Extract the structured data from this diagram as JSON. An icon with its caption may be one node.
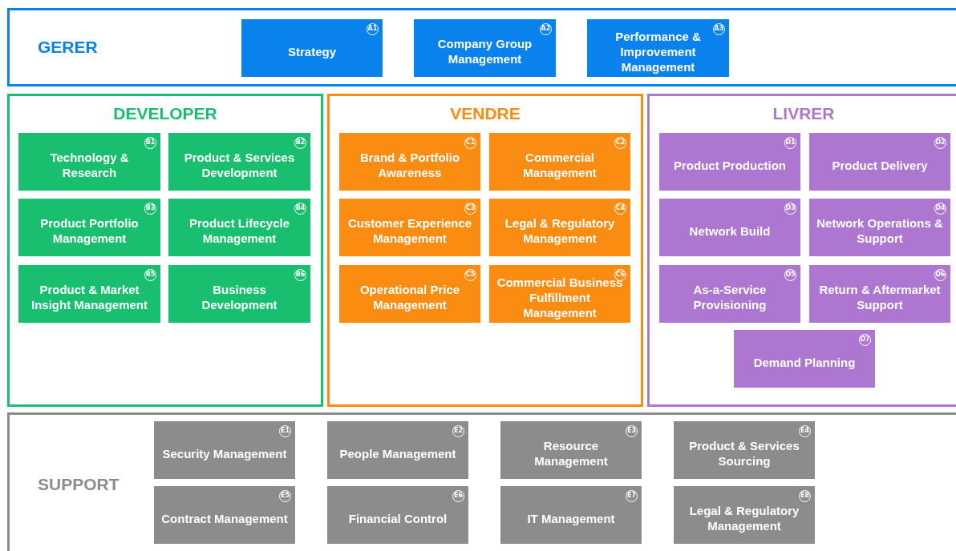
{
  "diagram": {
    "nodes": [
      {
        "text": [
          "GERER"
        ]
      },
      {
        "text": [
          "A1",
          "Strategy"
        ],
        "in": 0
      },
      {
        "text": [
          "A2",
          "Company Group Management"
        ],
        "in": 0
      },
      {
        "text": [
          "A3",
          "Performance & Improvement Management"
        ],
        "in": 0
      },
      {
        "text": [
          "DEVELOPER"
        ]
      },
      {
        "text": [
          "B1",
          "Technology & Research"
        ],
        "in": 4
      },
      {
        "text": [
          "B2",
          "Product & Services Development"
        ],
        "in": 4
      },
      {
        "text": [
          "B3",
          "Product Portfolio Management"
        ],
        "in": 4
      },
      {
        "text": [
          "B4",
          "Product Lifecycle Management"
        ],
        "in": 4
      },
      {
        "text": [
          "B5",
          "Product & Market Insight Management"
        ],
        "in": 4
      },
      {
        "text": [
          "B6",
          "Business Development"
        ],
        "in": 4
      },
      {
        "text": [
          "VENDRE"
        ]
      },
      {
        "text": [
          "C1",
          "Brand & Portfolio Awareness"
        ],
        "in": 11
      },
      {
        "text": [
          "C2",
          "Commercial Management"
        ],
        "in": 11
      },
      {
        "text": [
          "C3",
          "Customer Experience Management"
        ],
        "in": 11
      },
      {
        "text": [
          "C4",
          "Legal & Regulatory Management"
        ],
        "in": 11
      },
      {
        "text": [
          "C5",
          "Operational Price Management"
        ],
        "in": 11
      },
      {
        "text": [
          "C6",
          "Commercial Business Fulfillment Management"
        ],
        "in": 11
      },
      {
        "text": [
          "LIVRER"
        ]
      },
      {
        "text": [
          "D1",
          "Product Production"
        ],
        "in": 18
      },
      {
        "text": [
          "D2",
          "Product Delivery"
        ],
        "in": 18
      },
      {
        "text": [
          "D3",
          "Network Build"
        ],
        "in": 18
      },
      {
        "text": [
          "D4",
          "Network Operations & Support"
        ],
        "in": 18
      },
      {
        "text": [
          "D5",
          "As-a-Service Provisioning"
        ],
        "in": 18
      },
      {
        "text": [
          "D6",
          "Return & Aftermarket Support"
        ],
        "in": 18
      },
      {
        "text": [
          "D7",
          "Demand Planning"
        ],
        "in": 18
      },
      {
        "text": [
          "SUPPORT"
        ]
      },
      {
        "text": [
          "E1",
          "Security Management"
        ],
        "in": 26
      },
      {
        "text": [
          "E2",
          "People Management"
        ],
        "in": 26
      },
      {
        "text": [
          "E3",
          "Resource Management"
        ],
        "in": 26
      },
      {
        "text": [
          "E4",
          "Product & Services Sourcing"
        ],
        "in": 26
      },
      {
        "text": [
          "E5",
          "Contract Management"
        ],
        "in": 26
      },
      {
        "text": [
          "E6",
          "Financial Control"
        ],
        "in": 26
      },
      {
        "text": [
          "E7",
          "IT Management"
        ],
        "in": 26
      },
      {
        "text": [
          "E8",
          "Legal & Regulatory Management"
        ],
        "in": 26
      }
    ],
    "edges": []
  }
}
